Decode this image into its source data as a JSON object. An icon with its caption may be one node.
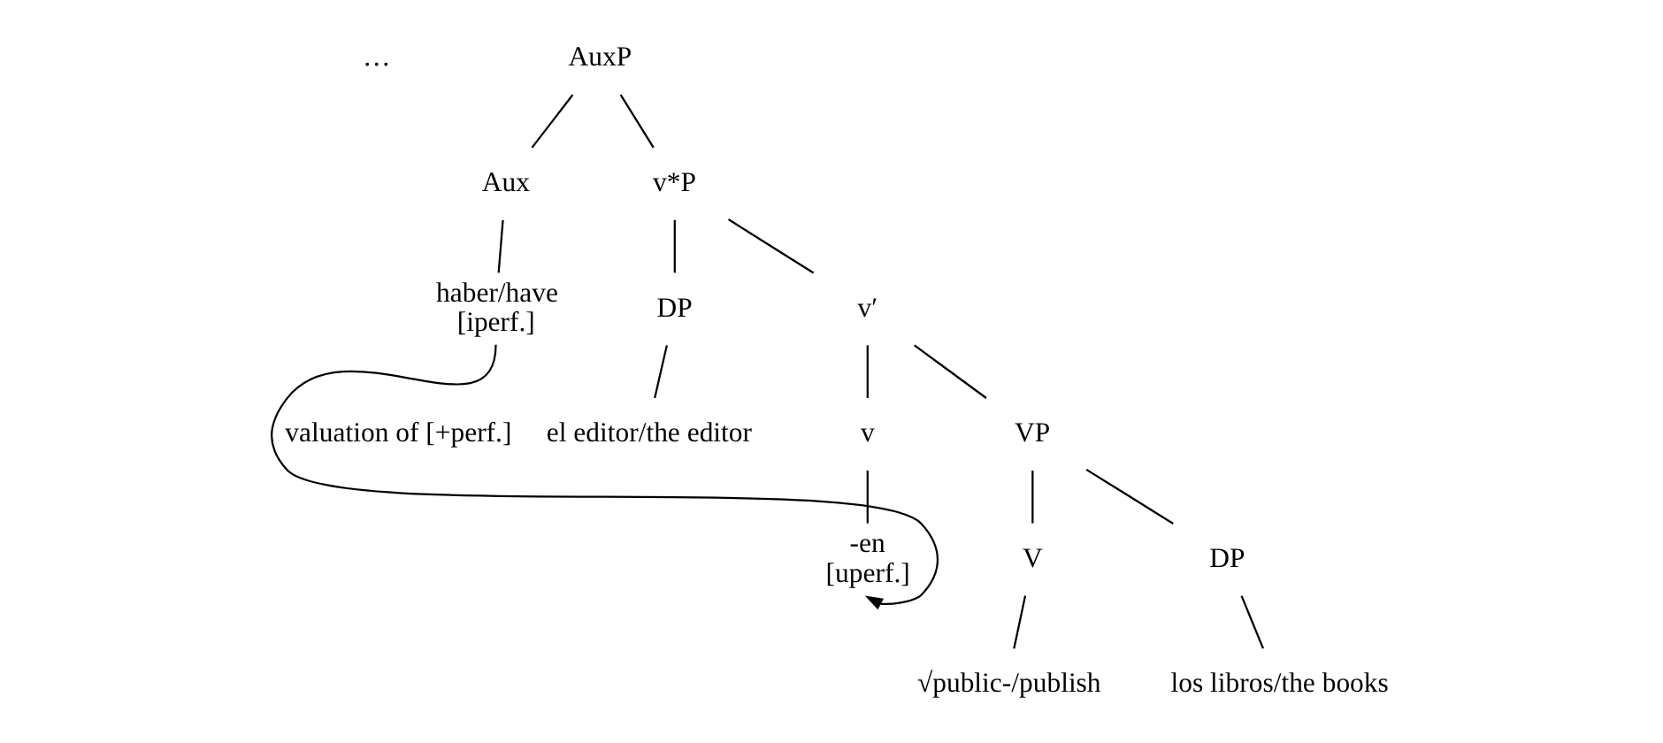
{
  "diagram": {
    "nodes": [
      {
        "text": [
          "AuxP"
        ]
      },
      {
        "text": [
          "Aux"
        ]
      },
      {
        "text": [
          "v*P"
        ]
      },
      {
        "text": [
          "haber/have",
          "[iperf.]"
        ]
      },
      {
        "text": [
          "DP"
        ]
      },
      {
        "text": [
          "v′"
        ]
      },
      {
        "text": [
          "el editor/the editor"
        ]
      },
      {
        "text": [
          "v"
        ]
      },
      {
        "text": [
          "VP"
        ]
      },
      {
        "text": [
          "-en",
          "[uperf.]"
        ]
      },
      {
        "text": [
          "V"
        ]
      },
      {
        "text": [
          "DP"
        ]
      },
      {
        "text": [
          "√public-/publish"
        ]
      },
      {
        "text": [
          "los libros/the books"
        ]
      }
    ],
    "edges": [
      {
        "from": 0,
        "to": 1,
        "arrow": "none"
      },
      {
        "from": 0,
        "to": 2,
        "arrow": "none"
      },
      {
        "from": 1,
        "to": 3,
        "arrow": "none"
      },
      {
        "from": 2,
        "to": 4,
        "arrow": "none"
      },
      {
        "from": 2,
        "to": 5,
        "arrow": "none"
      },
      {
        "from": 4,
        "to": 6,
        "arrow": "none"
      },
      {
        "from": 5,
        "to": 7,
        "arrow": "none"
      },
      {
        "from": 5,
        "to": 8,
        "arrow": "none"
      },
      {
        "from": 7,
        "to": 9,
        "arrow": "none"
      },
      {
        "from": 8,
        "to": 10,
        "arrow": "none"
      },
      {
        "from": 8,
        "to": 11,
        "arrow": "none"
      },
      {
        "from": 10,
        "to": 12,
        "arrow": "none"
      },
      {
        "from": 11,
        "to": 13,
        "arrow": "none"
      },
      {
        "from": 3,
        "to": 9,
        "arrow": "to",
        "label": "valuation of [+perf.]"
      }
    ],
    "labels": [
      "…"
    ]
  }
}
